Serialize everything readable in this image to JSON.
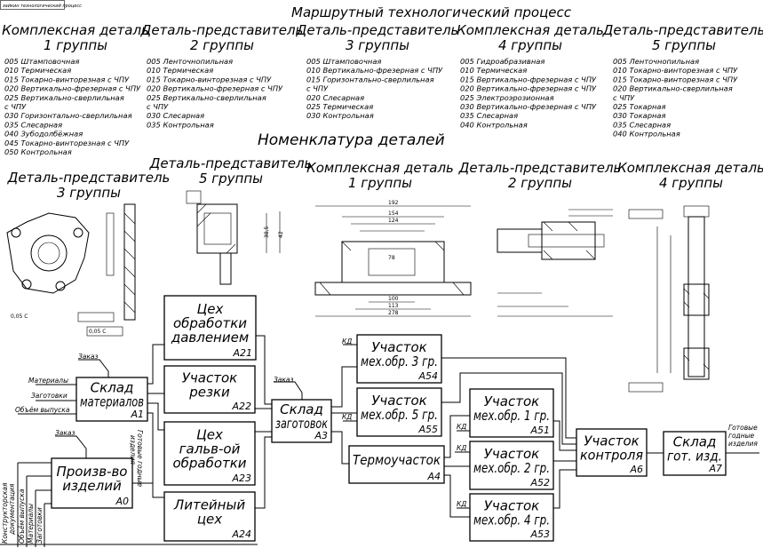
{
  "stamp": "зайкин технологический процесс",
  "route_title": "Маршрутный технологический процесс",
  "route_columns": [
    {
      "title": "Комплексная деталь",
      "group": "1 группы",
      "ops": [
        "005 Штамповочная",
        "010 Термическая",
        "015 Токарно-винторезная с ЧПУ",
        "020 Вертикально-фрезерная с ЧПУ",
        "025 Вертикально-сверлильная",
        "     с ЧПУ",
        "030 Горизонтально-сверлильная",
        "035 Слесарная",
        "040 Зубодолбёжная",
        "045 Токарно-винторезная с ЧПУ",
        "050 Контрольная"
      ]
    },
    {
      "title": "Деталь-представитель",
      "group": "2 группы",
      "ops": [
        "005 Ленточнопильная",
        "010 Термическая",
        "015 Токарно-винторезная с ЧПУ",
        "020 Вертикально-фрезерная с ЧПУ",
        "025 Вертикально-сверлильная",
        "с ЧПУ",
        "030 Слесарная",
        "035 Контрольная"
      ]
    },
    {
      "title": "Деталь-представитель",
      "group": "3 группы",
      "ops": [
        "005 Штамповочная",
        "010 Вертикально-фрезерная с ЧПУ",
        "015 Горизонтально-сверлильная",
        "с ЧПУ",
        "020 Слесарная",
        "025 Термическая",
        "030 Контрольная"
      ]
    },
    {
      "title": "Комплексная деталь",
      "group": "4 группы",
      "ops": [
        "005 Гидроабразивная",
        "010 Термическая",
        "015 Вертикально-фрезерная с ЧПУ",
        "020 Вертикально-фрезерная с ЧПУ",
        "025 Электроэрозионная",
        "030 Вертикально-фрезерная с ЧПУ",
        "035 Слесарная",
        "040 Контрольная"
      ]
    },
    {
      "title": "Деталь-представитель",
      "group": "5 группы",
      "ops": [
        "005 Ленточнопильная",
        "010 Токарно-винторезная с ЧПУ",
        "015 Токарно-винторезная с ЧПУ",
        "020 Вертикально-сверлильная",
        "с ЧПУ",
        "025 Токарная",
        "030 Токарная",
        "035 Слесарная",
        "040 Контрольная"
      ]
    }
  ],
  "nomenclature_title": "Номенклатура деталей",
  "drawings": [
    {
      "title": "Деталь-представитель",
      "group": "3 группы"
    },
    {
      "title": "Деталь-представитель",
      "group": "5 группы"
    },
    {
      "title": "Комплексная деталь",
      "group": "1 группы",
      "dims": [
        "192",
        "154",
        "124",
        "78",
        "100",
        "113",
        "278"
      ]
    },
    {
      "title": "Деталь-представитель",
      "group": "2 группы"
    },
    {
      "title": "Комплексная деталь",
      "group": "4 группы"
    }
  ],
  "flow": {
    "blocks": [
      {
        "id": "A0",
        "lines": [
          "Произв-во",
          "изделий"
        ]
      },
      {
        "id": "A1",
        "lines": [
          "Склад",
          "материалов"
        ]
      },
      {
        "id": "A21",
        "lines": [
          "Цех",
          "обработки",
          "давлением"
        ]
      },
      {
        "id": "A22",
        "lines": [
          "Участок",
          "резки"
        ]
      },
      {
        "id": "A23",
        "lines": [
          "Цех",
          "гальв-ой",
          "обработки"
        ]
      },
      {
        "id": "A24",
        "lines": [
          "Литейный",
          "цех"
        ]
      },
      {
        "id": "A3",
        "lines": [
          "Склад",
          "заготовок"
        ]
      },
      {
        "id": "A54",
        "lines": [
          "Участок",
          "мех.обр. 3 гр."
        ]
      },
      {
        "id": "A55",
        "lines": [
          "Участок",
          "мех.обр. 5 гр."
        ]
      },
      {
        "id": "A4",
        "lines": [
          "Термоучасток"
        ]
      },
      {
        "id": "A51",
        "lines": [
          "Участок",
          "мех.обр. 1 гр."
        ]
      },
      {
        "id": "A52",
        "lines": [
          "Участок",
          "мех.обр. 2 гр."
        ]
      },
      {
        "id": "A53",
        "lines": [
          "Участок",
          "мех.обр. 4 гр."
        ]
      },
      {
        "id": "A6",
        "lines": [
          "Участок",
          "контроля"
        ]
      },
      {
        "id": "A7",
        "lines": [
          "Склад",
          "гот. изд."
        ]
      }
    ],
    "labels": {
      "order": "Заказ",
      "materials": "Материалы",
      "blanks": "Заготовки",
      "output_volume": "Объём выпуска",
      "kd": "КД",
      "finished_goods": [
        "Готовые",
        "годные",
        "изделия"
      ],
      "finished_a0": [
        "Готовые годные",
        "изделия"
      ],
      "a0_inputs": [
        "Конструкторская",
        "документация",
        "Объём выпуска",
        "Материалы",
        "Заготовки"
      ]
    }
  }
}
